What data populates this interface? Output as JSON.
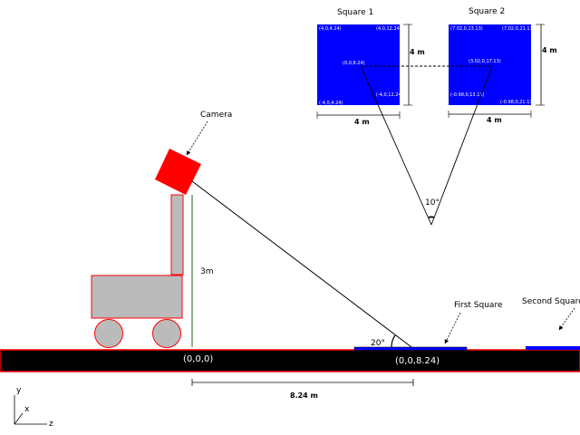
{
  "labels": {
    "camera": "Camera",
    "height": "3m",
    "angle_ground": "20°",
    "angle_view": "10°",
    "origin": "(0,0,0)",
    "ground_point": "(0,0,8.24)",
    "distance": "8.24 m",
    "first_square": "First Square",
    "second_square": "Second Square",
    "axis_y": "y",
    "axis_x": "x",
    "axis_z": "z"
  },
  "square1": {
    "title": "Square 1",
    "center": "(0,0,8.24)",
    "corner_tl": "(4,0,4.24)",
    "corner_tr": "(4,0,12.24)",
    "corner_bl": "(-4,0,4.24)",
    "corner_br": "(-4,0,12.24)",
    "width": "4 m",
    "height": "4 m"
  },
  "square2": {
    "title": "Square 2",
    "center": "(3.02,0,17.13)",
    "corner_tl": "(7.02,0,13.13)",
    "corner_tr": "(7.02,0,21.13)",
    "corner_bl": "(-0.98,0,13.13)",
    "corner_br": "(-0.98,0,21.13)",
    "width": "4 m",
    "height": "4 m"
  },
  "colors": {
    "square": "#0000ff",
    "camera": "#ff0000",
    "robot_body": "#bbbbbb",
    "robot_outline": "#ff0000",
    "ground": "#000000",
    "ground_edge": "#ff0000"
  }
}
